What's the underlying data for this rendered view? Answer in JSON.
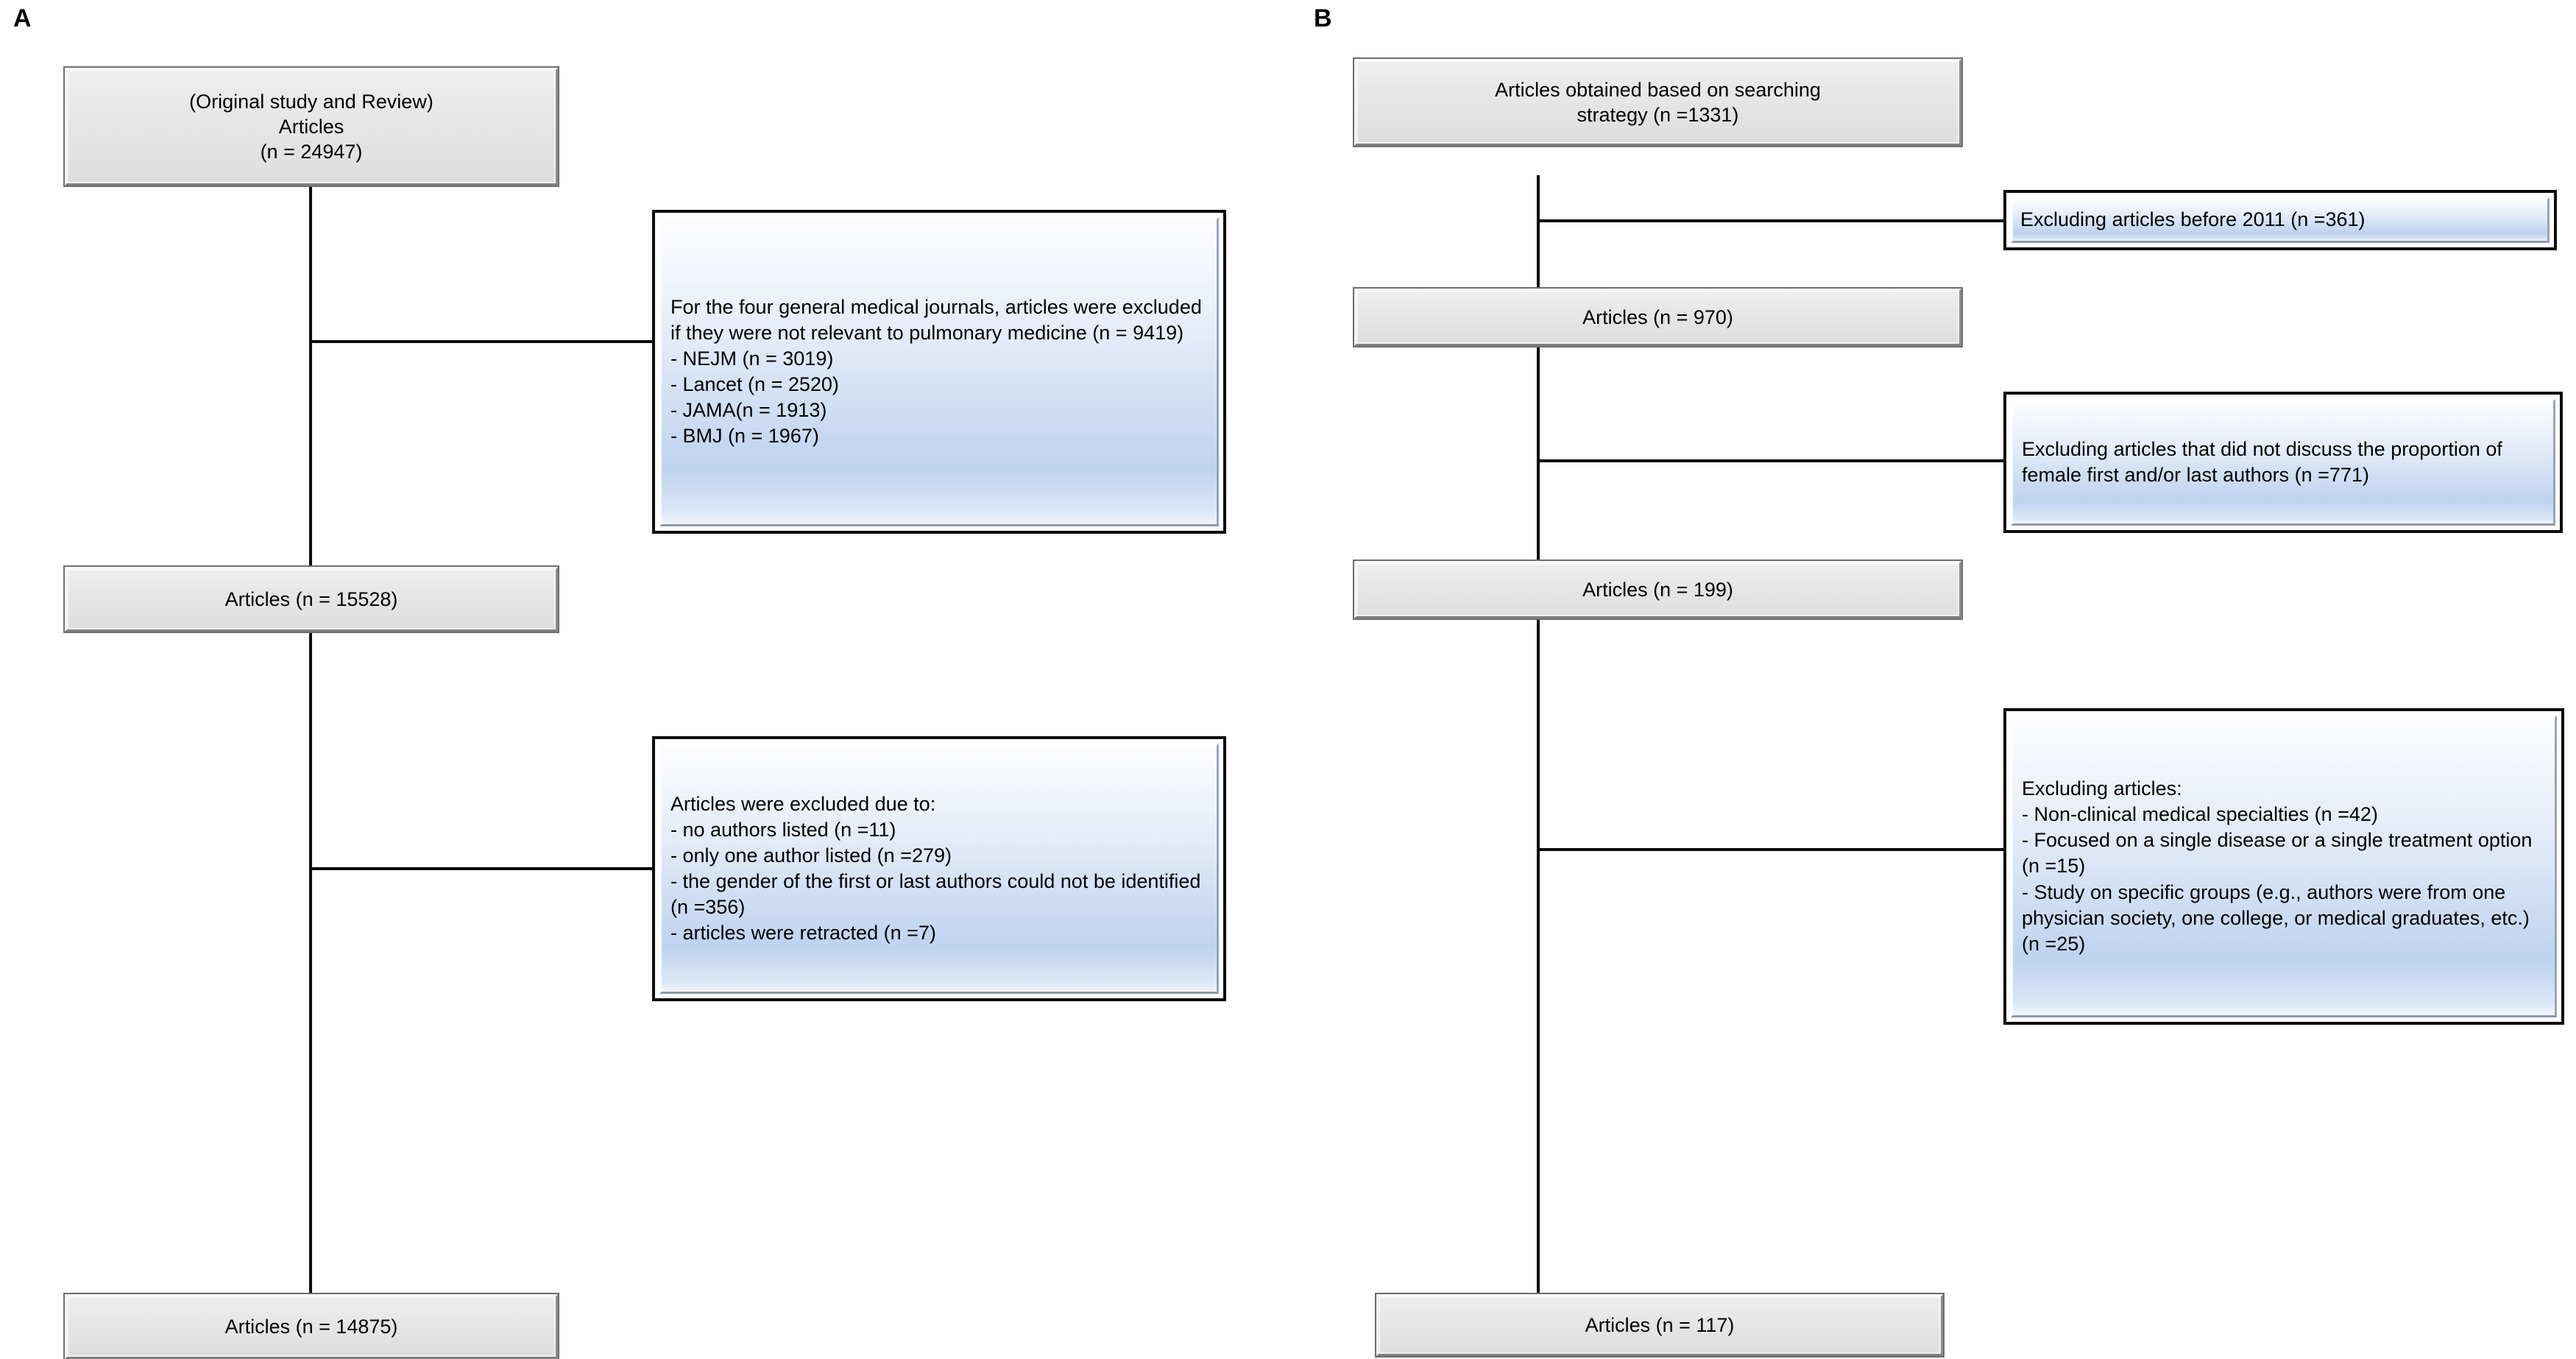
{
  "figure": {
    "type": "flowchart",
    "description": "Two-panel study selection flow diagram"
  },
  "panels": [
    {
      "letter": "A",
      "flow_boxes": [
        {
          "name": "original-and-review-articles",
          "text": "(Original study and Review)\nArticles\n(n = 24947)"
        },
        {
          "name": "articles-15528",
          "text": "Articles (n = 15528)"
        },
        {
          "name": "articles-14875",
          "text": "Articles (n = 14875)"
        }
      ],
      "exclusion_boxes": [
        {
          "name": "exclusion-general-medical-journals",
          "text": "For the four general medical journals, articles were excluded if they were not relevant to pulmonary medicine (n = 9419)\n- NEJM (n = 3019)\n- Lancet (n = 2520)\n- JAMA(n = 1913)\n- BMJ (n = 1967)"
        },
        {
          "name": "exclusion-author-criteria",
          "text": "Articles were excluded due to:\n- no authors listed (n =11)\n- only one author listed (n =279)\n- the gender of the first or last authors could not be identified  (n =356)\n- articles were retracted (n =7)"
        }
      ]
    },
    {
      "letter": "B",
      "flow_boxes": [
        {
          "name": "articles-from-search-strategy",
          "text": "Articles obtained based on searching\nstrategy (n =1331)"
        },
        {
          "name": "articles-970",
          "text": "Articles (n = 970)"
        },
        {
          "name": "articles-199",
          "text": "Articles (n = 199)"
        },
        {
          "name": "articles-117",
          "text": "Articles (n = 117)"
        }
      ],
      "exclusion_boxes": [
        {
          "name": "exclusion-before-2011",
          "text": "Excluding articles before 2011 (n =361)"
        },
        {
          "name": "exclusion-no-female-authorship-proportion",
          "text": "Excluding articles that did not discuss the proportion of female first and/or last authors (n =771)"
        },
        {
          "name": "exclusion-scope-criteria",
          "text": "Excluding articles:\n- Non-clinical medical specialties (n =42)\n- Focused on a single disease or a single treatment option (n =15)\n- Study on specific groups (e.g., authors were from one physician society, one college, or medical graduates, etc.) (n =25)"
        }
      ]
    }
  ],
  "colors": {
    "box_fill_grey": "#e6e6e6",
    "box_fill_blue_top": "#fdfdfe",
    "box_fill_blue_bottom": "#bed3ef",
    "border": "#0a0a0a",
    "text": "#000000"
  }
}
